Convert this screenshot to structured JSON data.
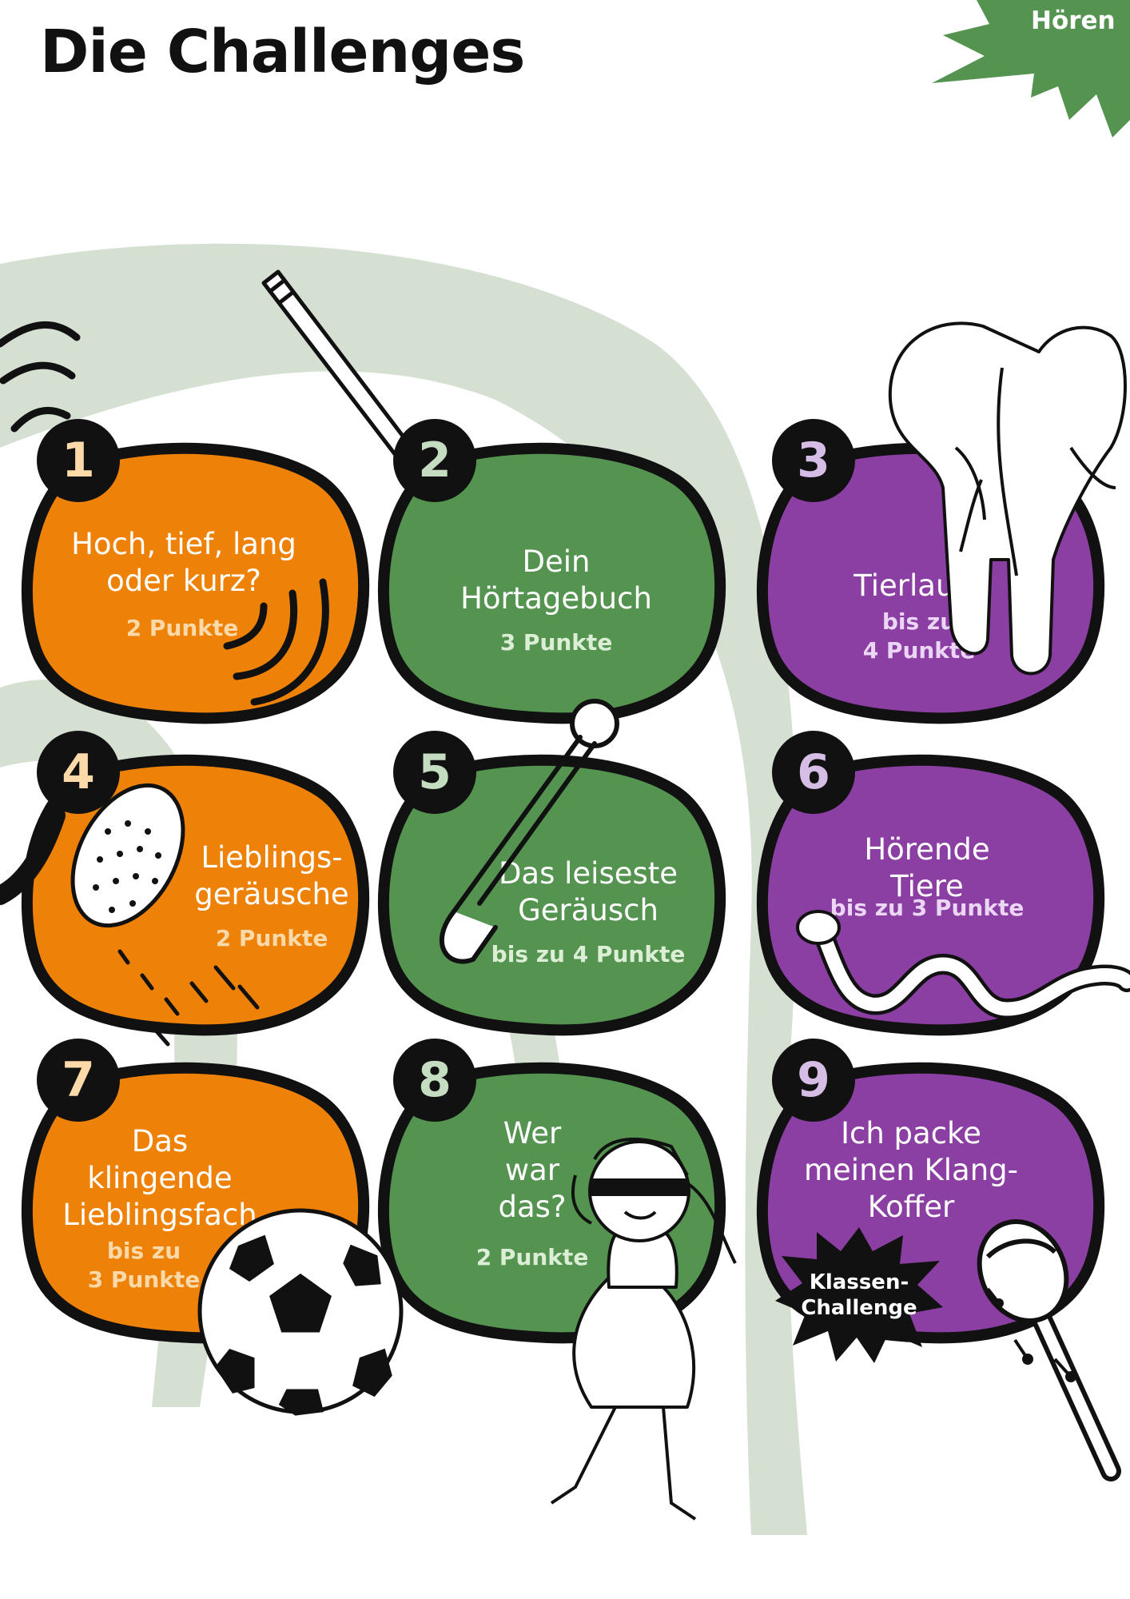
{
  "title": "Die Challenges",
  "topic": "Hören",
  "colors": {
    "orange": "#ee8208",
    "green": "#559450",
    "purple": "#8b3fa3",
    "ink": "#111111",
    "swash": "#d5e0d2",
    "orange_points": "#fcd9a8",
    "green_points": "#dcefd6",
    "purple_points": "#ecd6f5",
    "orange_digit": "#fcd9a8",
    "green_digit": "#c4dcc0",
    "purple_digit": "#d6bde6",
    "corner": "#559450"
  },
  "challenges": [
    {
      "number": "1",
      "title": "Hoch, tief, lang\noder kurz?",
      "points": "2 Punkte",
      "theme": "orange",
      "icon": "sound-waves-icon"
    },
    {
      "number": "2",
      "title": "Dein\nHörtagebuch",
      "points": "3 Punkte",
      "theme": "green",
      "icon": "pen-icon"
    },
    {
      "number": "3",
      "title": "Tierlaute",
      "points": "bis zu\n4 Punkte",
      "theme": "purple",
      "icon": "elephant-icon"
    },
    {
      "number": "4",
      "title": "Lieblings-\ngeräusche",
      "points": "2 Punkte",
      "theme": "orange",
      "icon": "shower-head-icon"
    },
    {
      "number": "5",
      "title": "Das leiseste\nGeräusch",
      "points": "bis zu 4 Punkte",
      "theme": "green",
      "icon": "safety-pin-icon"
    },
    {
      "number": "6",
      "title": "Hörende\nTiere",
      "points": "bis zu 3 Punkte",
      "theme": "purple",
      "icon": "snake-icon"
    },
    {
      "number": "7",
      "title": "Das\nklingende\nLieblingsfach",
      "points": "bis zu\n3 Punkte",
      "theme": "orange",
      "icon": "soccer-ball-icon"
    },
    {
      "number": "8",
      "title": "Wer\nwar\ndas?",
      "points": "2 Punkte",
      "theme": "green",
      "icon": "blindfolded-girl-icon"
    },
    {
      "number": "9",
      "title": "Ich packe\nmeinen Klang-\nKoffer",
      "points": "",
      "badge": "Klassen-\nChallenge",
      "theme": "purple",
      "icon": "maraca-icon"
    }
  ]
}
